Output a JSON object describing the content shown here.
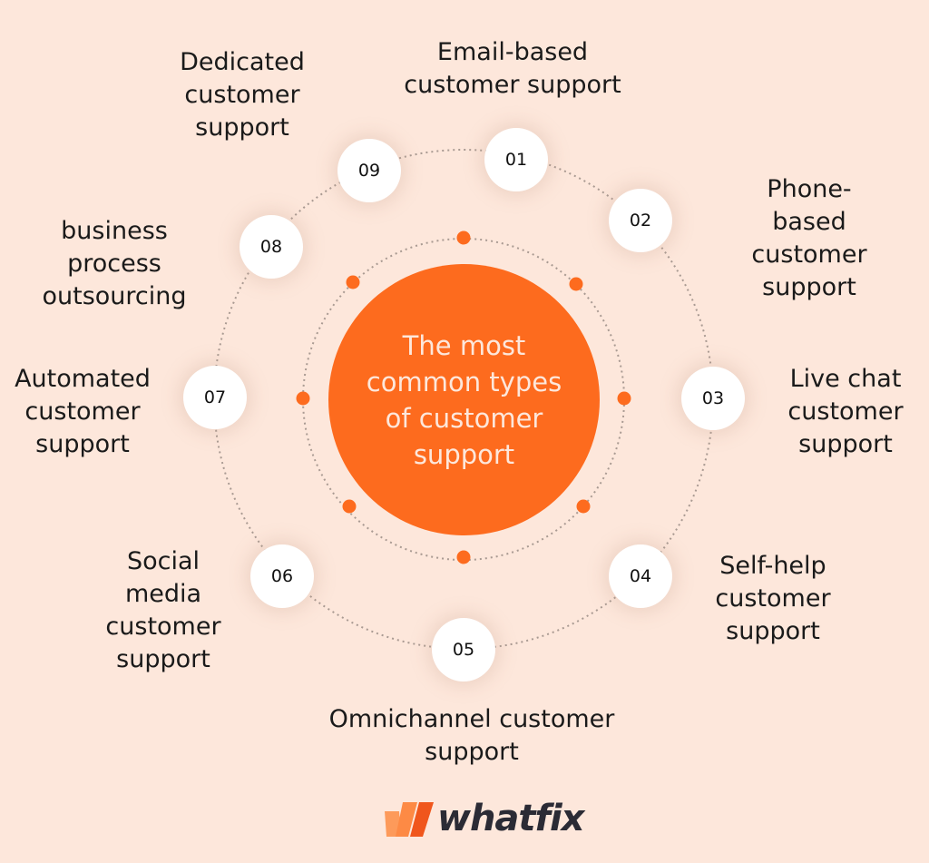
{
  "center_title": "The most common types of customer support",
  "items": [
    {
      "num": "01",
      "label": "Email-based\ncustomer support"
    },
    {
      "num": "02",
      "label": "Phone-based\ncustomer\nsupport"
    },
    {
      "num": "03",
      "label": "Live chat\ncustomer\nsupport"
    },
    {
      "num": "04",
      "label": "Self-help\ncustomer\nsupport"
    },
    {
      "num": "05",
      "label": "Omnichannel customer\nsupport"
    },
    {
      "num": "06",
      "label": "Social\nmedia\ncustomer\nsupport"
    },
    {
      "num": "07",
      "label": "Automated\ncustomer\nsupport"
    },
    {
      "num": "08",
      "label": "business\nprocess\noutsourcing"
    },
    {
      "num": "09",
      "label": "Dedicated\ncustomer\nsupport"
    }
  ],
  "logo": "whatfix",
  "colors": {
    "background": "#fde7db",
    "accent": "#fd6b1e",
    "text": "#1a1a1a"
  }
}
